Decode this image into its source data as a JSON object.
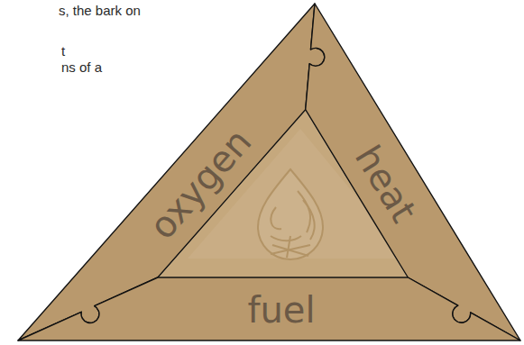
{
  "diagram": {
    "nodes": [
      {
        "text": [
          "oxygen"
        ]
      },
      {
        "text": [
          "heat"
        ]
      },
      {
        "text": [
          "fuel"
        ]
      }
    ],
    "labels": [
      "s, the bark on",
      "t",
      "ns of a"
    ]
  }
}
